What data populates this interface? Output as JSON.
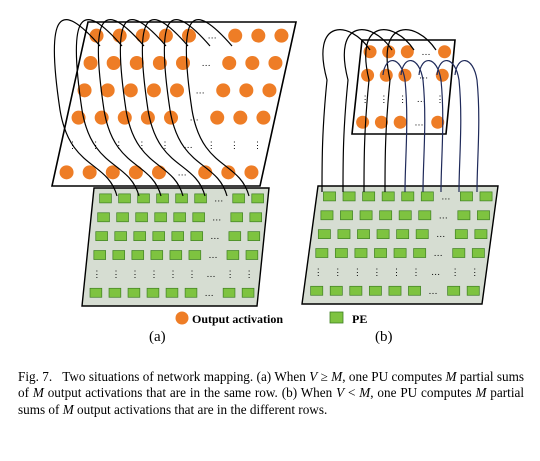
{
  "figure": {
    "label_a": "(a)",
    "label_b": "(b)",
    "legend_output": "Output activation",
    "legend_pe": "PE",
    "ellipsis": "…",
    "colors": {
      "activation": "#ee7d26",
      "pe_fill": "#7ec340",
      "pe_border": "#3f7f24",
      "grid_bg": "#d6ddd2",
      "line": "#000000"
    }
  },
  "caption": {
    "fig_label": "Fig. 7.",
    "t1": "Two situations of network mapping. (a) When ",
    "v1": "V",
    "geq": " ≥ ",
    "m1": "M",
    "t2": ", one PU computes ",
    "m2": "M",
    "t3": " partial sums of ",
    "m3": "M",
    "t4": " output activations that are in the same row. (b) When ",
    "v2": "V",
    "lt": " < ",
    "m4": "M",
    "t5": ", one PU computes ",
    "m5": "M",
    "t6": " partial sums of ",
    "m6": "M",
    "t7": " output activations that are in the different rows."
  }
}
